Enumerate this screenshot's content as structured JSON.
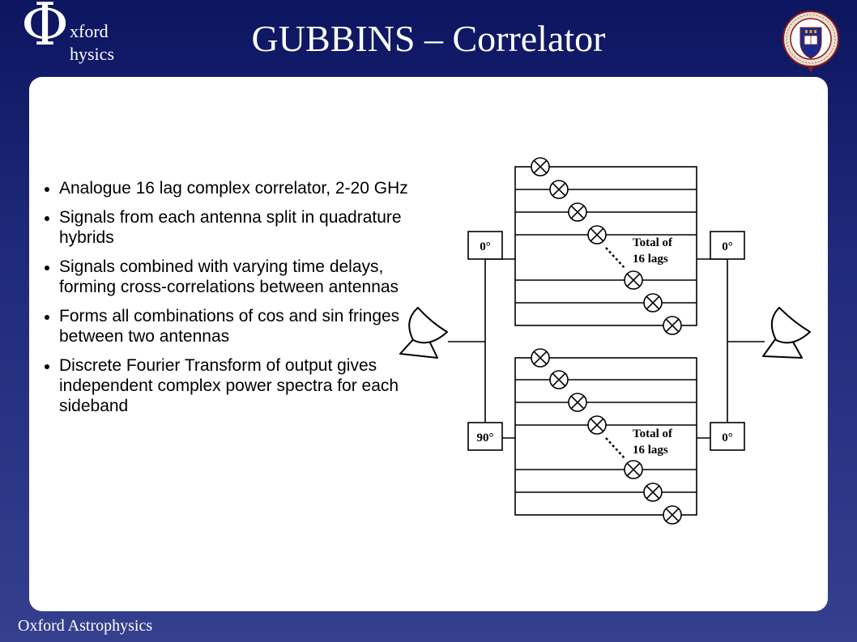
{
  "header": {
    "title": "GUBBINS – Correlator",
    "logo": {
      "letter": "Φ",
      "word1": "xford",
      "word2": "hysics"
    },
    "crest": {
      "icon": "oxford-university-crest-icon"
    }
  },
  "bullets": [
    "Analogue 16 lag complex correlator, 2-20 GHz",
    "Signals from each antenna split in quadrature hybrids",
    "Signals combined with varying time delays, forming cross-correlations between antennas",
    "Forms all combinations of cos and sin fringes between two antennas",
    "Discrete Fourier Transform of output gives independent complex power spectra for each sideband"
  ],
  "diagram": {
    "upper": {
      "left_phase": "0°",
      "right_phase": "0°",
      "lags_line1": "Total of",
      "lags_line2": "16 lags"
    },
    "lower": {
      "left_phase": "90°",
      "right_phase": "0°",
      "lags_line1": "Total of",
      "lags_line2": "16 lags"
    }
  },
  "footer": {
    "text": "Oxford Astrophysics"
  },
  "colors": {
    "background": "#1f2a7a",
    "panel": "#ffffff",
    "ink": "#000000"
  }
}
